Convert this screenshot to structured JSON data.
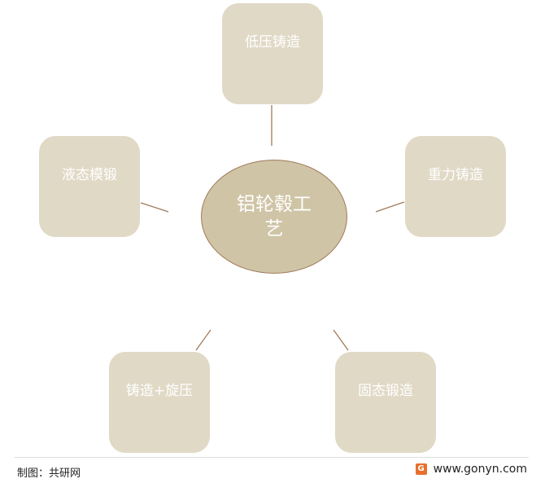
{
  "diagram": {
    "center": "铝轮毂工艺",
    "nodes": [
      "低压铸造",
      "重力铸造",
      "固态锻造",
      "铸造+旋压",
      "液态模锻"
    ]
  },
  "footer": {
    "source": "制图：共研网",
    "website": "www.gonyn.com",
    "logo_letter": "G"
  },
  "colors": {
    "node_fill": "#e0d9c6",
    "center_fill": "#cfc4a6",
    "connector": "#a07a5a",
    "logo": "#e8702a"
  }
}
